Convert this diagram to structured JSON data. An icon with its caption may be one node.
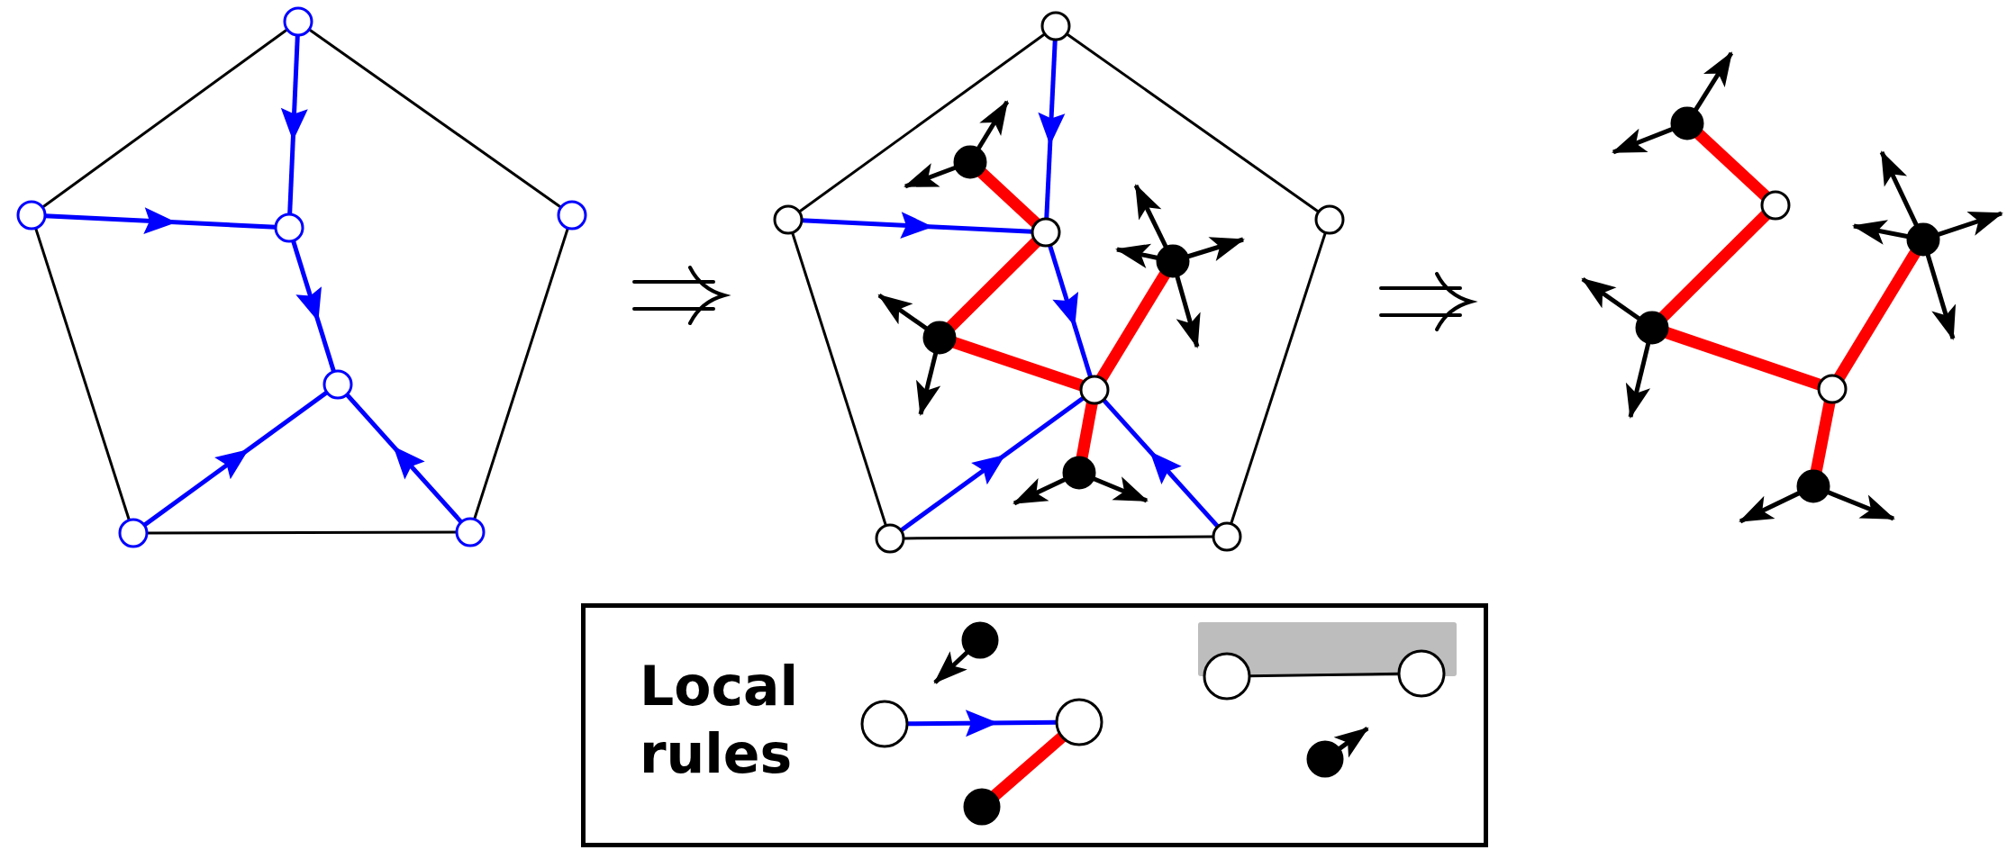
{
  "diagram": {
    "nodes": [
      {
        "text": [],
        "shape": "circle"
      },
      {
        "text": [],
        "shape": "circle"
      },
      {
        "text": [],
        "shape": "circle"
      },
      {
        "text": [],
        "shape": "circle"
      },
      {
        "text": [],
        "shape": "circle"
      },
      {
        "text": [],
        "shape": "circle"
      },
      {
        "text": [],
        "shape": "circle"
      },
      {
        "text": [],
        "shape": "circle"
      },
      {
        "text": [],
        "shape": "circle"
      },
      {
        "text": [],
        "shape": "circle"
      },
      {
        "text": [],
        "shape": "circle"
      },
      {
        "text": [],
        "shape": "circle"
      },
      {
        "text": [],
        "shape": "circle"
      },
      {
        "text": [],
        "shape": "circle"
      },
      {
        "text": [],
        "shape": "dot"
      },
      {
        "text": [],
        "shape": "dot"
      },
      {
        "text": [],
        "shape": "dot"
      },
      {
        "text": [],
        "shape": "dot"
      },
      {
        "text": [],
        "shape": "dot"
      },
      {
        "text": [],
        "shape": "circle"
      },
      {
        "text": [],
        "shape": "dot"
      },
      {
        "text": [],
        "shape": "circle"
      },
      {
        "text": [],
        "shape": "dot"
      },
      {
        "text": [],
        "shape": "dot"
      },
      {
        "text": [
          "Local rules"
        ]
      },
      {
        "text": [],
        "shape": "dot",
        "in": 24
      },
      {
        "text": [],
        "shape": "circle",
        "in": 24
      },
      {
        "text": [],
        "shape": "circle",
        "in": 24
      },
      {
        "text": [],
        "shape": "dot",
        "in": 24
      },
      {
        "text": [],
        "shape": "circle",
        "in": 24
      },
      {
        "text": [],
        "shape": "circle",
        "in": 24
      },
      {
        "text": [],
        "shape": "dot",
        "in": 24
      }
    ],
    "edges": [
      {
        "from": 0,
        "to": 1,
        "arrow": "none"
      },
      {
        "from": 0,
        "to": 2,
        "arrow": "none"
      },
      {
        "from": 1,
        "to": 5,
        "arrow": "none"
      },
      {
        "from": 2,
        "to": 6,
        "arrow": "none"
      },
      {
        "from": 5,
        "to": 6,
        "arrow": "none"
      },
      {
        "from": 0,
        "to": 3,
        "arrow": "to",
        "color": "#0000ff"
      },
      {
        "from": 1,
        "to": 3,
        "arrow": "to",
        "color": "#0000ff"
      },
      {
        "from": 3,
        "to": 4,
        "arrow": "to",
        "color": "#0000ff"
      },
      {
        "from": 5,
        "to": 4,
        "arrow": "to",
        "color": "#0000ff"
      },
      {
        "from": 6,
        "to": 4,
        "arrow": "to",
        "color": "#0000ff"
      },
      {
        "from": 7,
        "to": 8,
        "arrow": "none"
      },
      {
        "from": 7,
        "to": 9,
        "arrow": "none"
      },
      {
        "from": 8,
        "to": 12,
        "arrow": "none"
      },
      {
        "from": 9,
        "to": 13,
        "arrow": "none"
      },
      {
        "from": 12,
        "to": 13,
        "arrow": "none"
      },
      {
        "from": 7,
        "to": 10,
        "arrow": "to",
        "color": "#0000ff"
      },
      {
        "from": 8,
        "to": 10,
        "arrow": "to",
        "color": "#0000ff"
      },
      {
        "from": 10,
        "to": 11,
        "arrow": "to",
        "color": "#0000ff"
      },
      {
        "from": 12,
        "to": 11,
        "arrow": "to",
        "color": "#0000ff"
      },
      {
        "from": 13,
        "to": 11,
        "arrow": "to",
        "color": "#0000ff"
      },
      {
        "from": 14,
        "to": 10,
        "arrow": "none",
        "style": "thick",
        "color": "#ff0000"
      },
      {
        "from": 10,
        "to": 15,
        "arrow": "none",
        "style": "thick",
        "color": "#ff0000"
      },
      {
        "from": 15,
        "to": 11,
        "arrow": "none",
        "style": "thick",
        "color": "#ff0000"
      },
      {
        "from": 11,
        "to": 16,
        "arrow": "none",
        "style": "thick",
        "color": "#ff0000"
      },
      {
        "from": 11,
        "to": 17,
        "arrow": "none",
        "style": "thick",
        "color": "#ff0000"
      },
      {
        "from": 14,
        "to": null,
        "arrow": "to"
      },
      {
        "from": 14,
        "to": null,
        "arrow": "to"
      },
      {
        "from": 15,
        "to": null,
        "arrow": "to"
      },
      {
        "from": 15,
        "to": null,
        "arrow": "to"
      },
      {
        "from": 16,
        "to": null,
        "arrow": "to"
      },
      {
        "from": 16,
        "to": null,
        "arrow": "to"
      },
      {
        "from": 16,
        "to": null,
        "arrow": "to"
      },
      {
        "from": 16,
        "to": null,
        "arrow": "to"
      },
      {
        "from": 17,
        "to": null,
        "arrow": "to"
      },
      {
        "from": 17,
        "to": null,
        "arrow": "to"
      },
      {
        "from": 18,
        "to": 19,
        "arrow": "none",
        "style": "thick",
        "color": "#ff0000"
      },
      {
        "from": 19,
        "to": 20,
        "arrow": "none",
        "style": "thick",
        "color": "#ff0000"
      },
      {
        "from": 20,
        "to": 21,
        "arrow": "none",
        "style": "thick",
        "color": "#ff0000"
      },
      {
        "from": 21,
        "to": 22,
        "arrow": "none",
        "style": "thick",
        "color": "#ff0000"
      },
      {
        "from": 21,
        "to": 23,
        "arrow": "none",
        "style": "thick",
        "color": "#ff0000"
      },
      {
        "from": 18,
        "to": null,
        "arrow": "to"
      },
      {
        "from": 18,
        "to": null,
        "arrow": "to"
      },
      {
        "from": 20,
        "to": null,
        "arrow": "to"
      },
      {
        "from": 20,
        "to": null,
        "arrow": "to"
      },
      {
        "from": 22,
        "to": null,
        "arrow": "to"
      },
      {
        "from": 22,
        "to": null,
        "arrow": "to"
      },
      {
        "from": 22,
        "to": null,
        "arrow": "to"
      },
      {
        "from": 22,
        "to": null,
        "arrow": "to"
      },
      {
        "from": 23,
        "to": null,
        "arrow": "to"
      },
      {
        "from": 23,
        "to": null,
        "arrow": "to"
      },
      {
        "from": 25,
        "to": null,
        "arrow": "to"
      },
      {
        "from": 26,
        "to": 27,
        "arrow": "to",
        "color": "#0000ff"
      },
      {
        "from": 27,
        "to": 28,
        "arrow": "none",
        "style": "thick",
        "color": "#ff0000"
      },
      {
        "from": 29,
        "to": 30,
        "arrow": "none"
      },
      {
        "from": 31,
        "to": null,
        "arrow": "to"
      }
    ]
  }
}
